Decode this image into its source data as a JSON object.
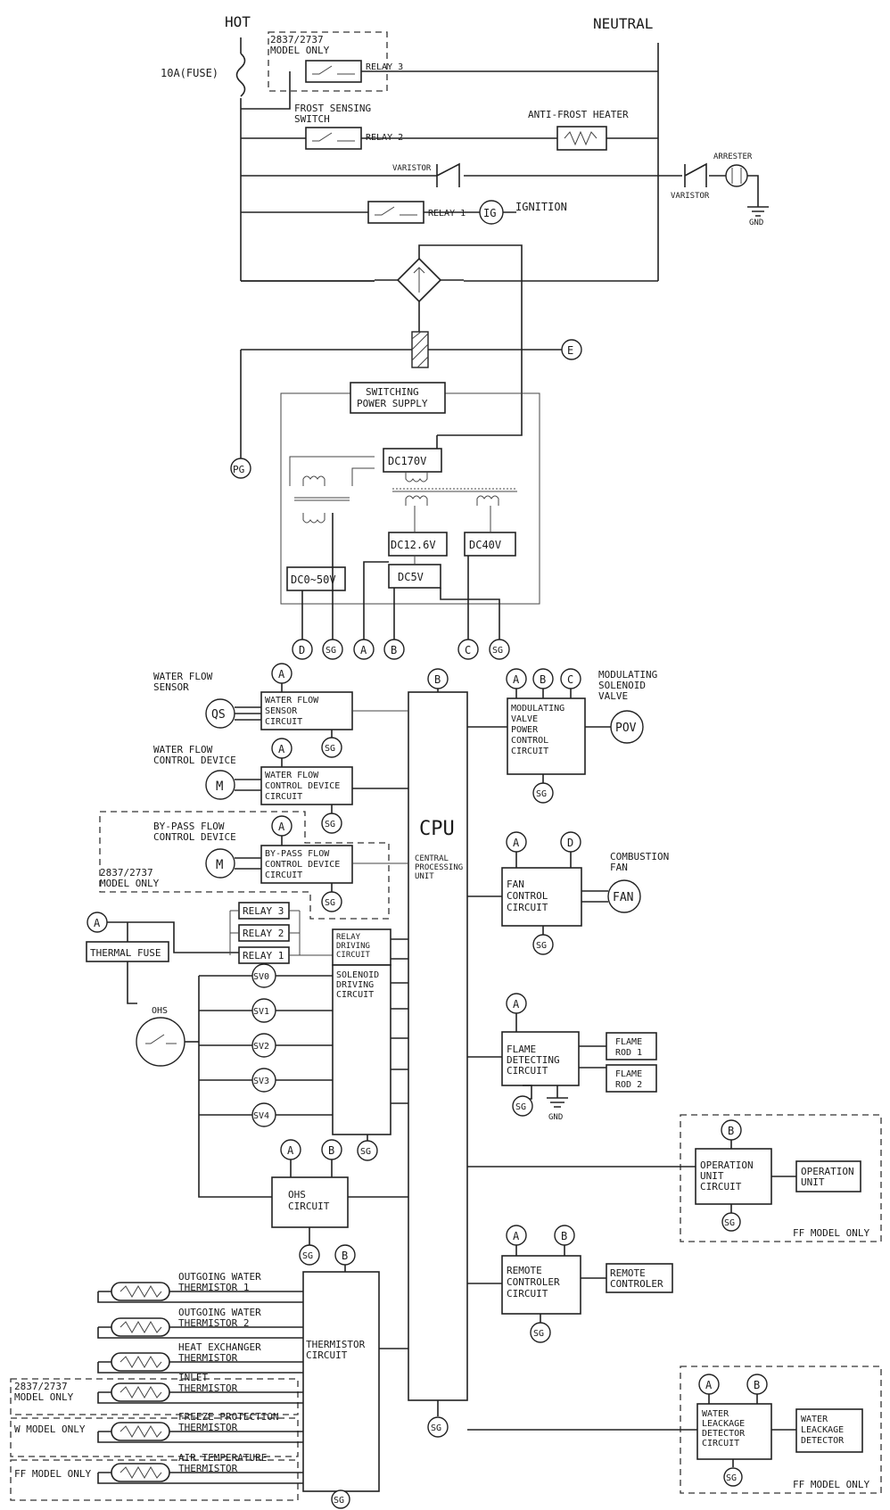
{
  "labels": {
    "hot": "HOT",
    "neutral": "NEUTRAL",
    "fuse": "10A(FUSE)",
    "model_only_top": [
      "2837/2737",
      "MODEL ONLY"
    ],
    "relay3": "RELAY 3",
    "relay2": "RELAY 2",
    "relay1": "RELAY 1",
    "frost_switch": [
      "FROST SENSING",
      "SWITCH"
    ],
    "anti_frost": "ANTI-FROST HEATER",
    "varistor": "VARISTOR",
    "arrester": "ARRESTER",
    "gnd": "GND",
    "ig": "IG",
    "ignition": "IGNITION",
    "e": "E",
    "pg": "PG",
    "switching_ps": [
      "SWITCHING",
      "POWER SUPPLY"
    ],
    "dc170": "DC170V",
    "dc126": "DC12.6V",
    "dc40": "DC40V",
    "dc5": "DC5V",
    "dc050": "DC0~50V",
    "node_d": "D",
    "node_sg": "SG",
    "node_a": "A",
    "node_b": "B",
    "node_c": "C",
    "wf_sensor_label": [
      "WATER FLOW",
      "SENSOR"
    ],
    "qs": "QS",
    "wf_sensor_circuit": [
      "WATER FLOW",
      "SENSOR",
      "CIRCUIT"
    ],
    "wf_control_label": [
      "WATER FLOW",
      "CONTROL DEVICE"
    ],
    "m": "M",
    "wf_control_circuit": [
      "WATER FLOW",
      "CONTROL DEVICE",
      "CIRCUIT"
    ],
    "bypass_label": [
      "BY-PASS FLOW",
      "CONTROL DEVICE"
    ],
    "bypass_circuit": [
      "BY-PASS FLOW",
      "CONTROL DEVICE",
      "CIRCUIT"
    ],
    "model_only_bypass": [
      "2837/2737",
      "MODEL ONLY"
    ],
    "cpu": "CPU",
    "cpu_sub": [
      "CENTRAL",
      "PROCESSING",
      "UNIT"
    ],
    "mod_label": [
      "MODULATING",
      "SOLENOID",
      "VALVE"
    ],
    "mod_circuit": [
      "MODULATING",
      "VALVE",
      "POWER",
      "CONTROL",
      "CIRCUIT"
    ],
    "pov": "POV",
    "fan_label": [
      "COMBUSTION",
      "FAN"
    ],
    "fan_circuit": [
      "FAN",
      "CONTROL",
      "CIRCUIT"
    ],
    "fan": "FAN",
    "thermal_fuse": "THERMAL FUSE",
    "ohs": "OHS",
    "relay_driving": [
      "RELAY",
      "DRIVING",
      "CIRCUIT"
    ],
    "solenoid_driving": [
      "SOLENOID",
      "DRIVING",
      "CIRCUIT"
    ],
    "sv": [
      "SV0",
      "SV1",
      "SV2",
      "SV3",
      "SV4"
    ],
    "flame_circuit": [
      "FLAME",
      "DETECTING",
      "CIRCUIT"
    ],
    "flame_rod1": [
      "FLAME",
      "ROD 1"
    ],
    "flame_rod2": [
      "FLAME",
      "ROD 2"
    ],
    "ohs_circuit": [
      "OHS",
      "CIRCUIT"
    ],
    "op_circuit": [
      "OPERATION",
      "UNIT",
      "CIRCUIT"
    ],
    "op_unit": [
      "OPERATION",
      "UNIT"
    ],
    "ff_model_only": "FF MODEL ONLY",
    "remote_circuit": [
      "REMOTE",
      "CONTROLER",
      "CIRCUIT"
    ],
    "remote": [
      "REMOTE",
      "CONTROLER"
    ],
    "thermistors": [
      [
        "OUTGOING WATER",
        "THERMISTOR 1"
      ],
      [
        "OUTGOING WATER",
        "THERMISTOR 2"
      ],
      [
        "HEAT EXCHANGER",
        "THERMISTOR"
      ],
      [
        "INLET",
        "THERMISTOR"
      ],
      [
        "FREEZE PROTECTION",
        "THERMISTOR"
      ],
      [
        "AIR TEMPERATURE",
        "THERMISTOR"
      ]
    ],
    "inlet_model_only": [
      "2837/2737",
      "MODEL ONLY"
    ],
    "w_model_only": "W MODEL ONLY",
    "ff_model_only_short": "FF MODEL ONLY",
    "thermistor_circuit": [
      "THERMISTOR",
      "CIRCUIT"
    ],
    "wl_circuit": [
      "WATER",
      "LEACKAGE",
      "DETECTOR",
      "CIRCUIT"
    ],
    "wl_detector": [
      "WATER",
      "LEACKAGE",
      "DETECTOR"
    ]
  }
}
